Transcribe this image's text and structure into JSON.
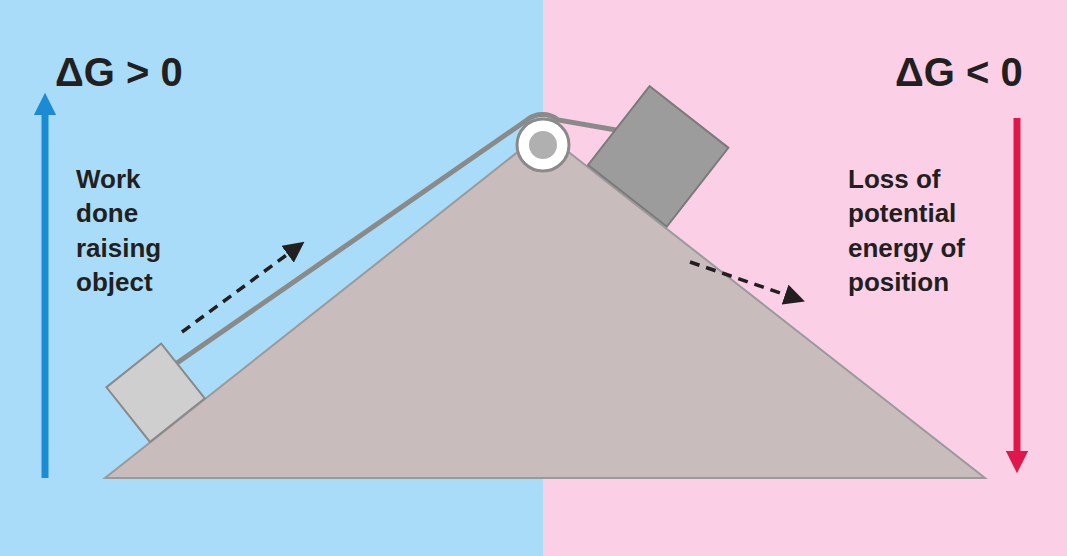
{
  "diagram": {
    "nodes": [
      {
        "text": [
          "ΔG > 0",
          "Work done raising object"
        ]
      },
      {
        "text": [
          "ΔG < 0",
          "Loss of potential energy of position"
        ]
      }
    ]
  }
}
